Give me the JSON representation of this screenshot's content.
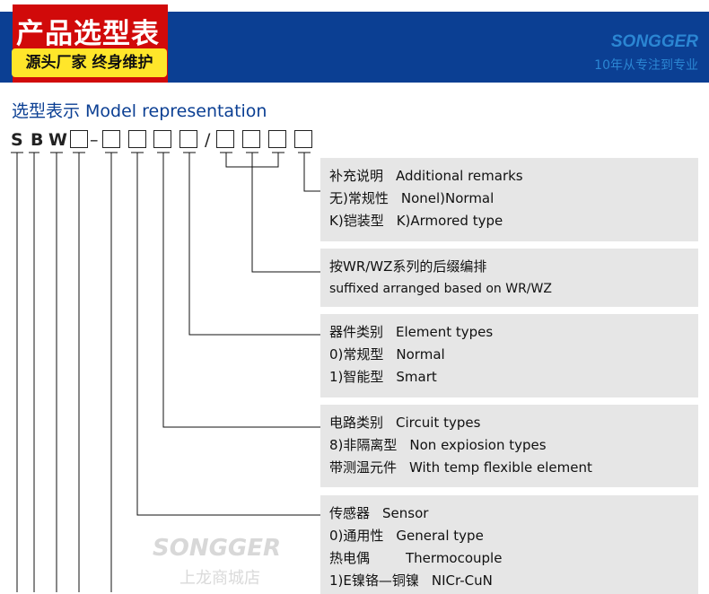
{
  "header": {
    "title": "产品选型表",
    "subtitle": "源头厂家 终身维护",
    "brand": "SONGGER",
    "slogan": "10年从专注到专业"
  },
  "heading": "选型表示 Model representation",
  "model": {
    "letters": [
      "S",
      "B",
      "W"
    ],
    "dash": "–",
    "slash": "/"
  },
  "panels": [
    {
      "lines": [
        [
          "补充说明",
          "Additional remarks"
        ],
        [
          "无)常规性",
          "Nonel)Normal"
        ],
        [
          "K)铠装型",
          "K)Armored type"
        ]
      ]
    },
    {
      "lines": [
        [
          "按WR/WZ系列的后缀编排",
          ""
        ],
        [
          "",
          "suffixed arranged based on WR/WZ"
        ]
      ]
    },
    {
      "lines": [
        [
          "器件类别",
          "Element types"
        ],
        [
          "0)常规型",
          "Normal"
        ],
        [
          "1)智能型",
          "Smart"
        ]
      ]
    },
    {
      "lines": [
        [
          "电路类别",
          "Circuit types"
        ],
        [
          "8)非隔离型",
          "Non expiosion types"
        ],
        [
          "带测温元件",
          "With temp flexible element"
        ]
      ]
    },
    {
      "lines": [
        [
          "传感器",
          "Sensor"
        ],
        [
          "0)通用性",
          "General type"
        ],
        [
          "热电偶",
          "Thermocouple"
        ],
        [
          "1)E镍铬—铜镍",
          "NICr-CuN"
        ]
      ]
    }
  ],
  "watermark": {
    "brand": "SONGGER",
    "text": "上龙商城店"
  }
}
